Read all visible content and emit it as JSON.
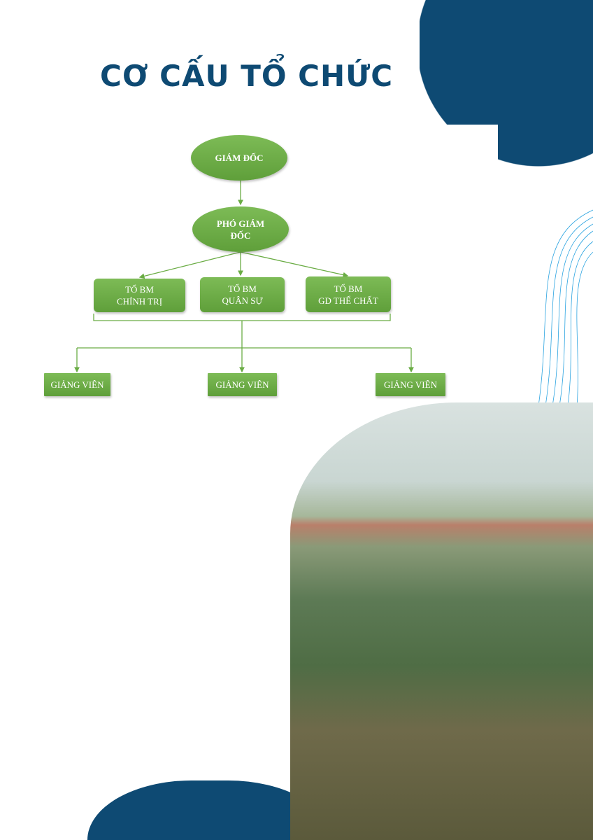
{
  "title": "CƠ CẤU TỔ CHỨC",
  "org_chart": {
    "director": "GIÁM ĐỐC",
    "deputy_line1": "PHÓ GIÁM",
    "deputy_line2": "ĐỐC",
    "departments": [
      {
        "line1": "TỔ BM",
        "line2": "CHÍNH TRỊ"
      },
      {
        "line1": "TỔ BM",
        "line2": "QUÂN SỰ"
      },
      {
        "line1": "TỔ BM",
        "line2": "GD THỂ CHẤT"
      }
    ],
    "lecturers": [
      "GIẢNG VIÊN",
      "GIẢNG VIÊN",
      "GIẢNG VIÊN"
    ]
  },
  "colors": {
    "brand_blue": "#0e4a73",
    "node_green": "#6aac44",
    "line_blue": "#2aa3e0"
  }
}
